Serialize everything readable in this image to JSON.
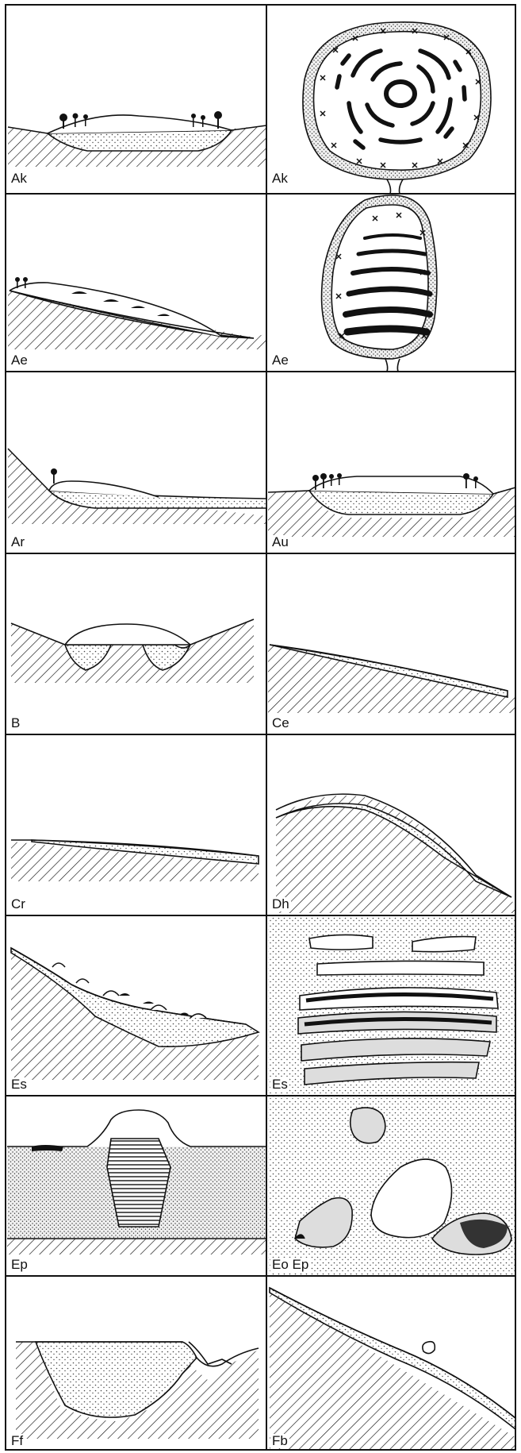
{
  "panels": [
    {
      "id": "ak-section",
      "label": "Ak"
    },
    {
      "id": "ak-plan",
      "label": "Ak"
    },
    {
      "id": "ae-section",
      "label": "Ae"
    },
    {
      "id": "ae-plan",
      "label": "Ae"
    },
    {
      "id": "ar-section",
      "label": "Ar"
    },
    {
      "id": "au-section",
      "label": "Au"
    },
    {
      "id": "b-section",
      "label": "B"
    },
    {
      "id": "ce-section",
      "label": "Ce"
    },
    {
      "id": "cr-section",
      "label": "Cr"
    },
    {
      "id": "dh-section",
      "label": "Dh"
    },
    {
      "id": "es-section",
      "label": "Es"
    },
    {
      "id": "es-plan",
      "label": "Es"
    },
    {
      "id": "ep-section",
      "label": "Ep"
    },
    {
      "id": "eo-ep-plan",
      "label": "Eo Ep"
    },
    {
      "id": "ff-section",
      "label": "Ff"
    },
    {
      "id": "fb-section",
      "label": "Fb"
    }
  ],
  "colors": {
    "ink": "#111111",
    "paper": "#ffffff",
    "stipple": "#555555",
    "fill": "#e8e8e8"
  }
}
